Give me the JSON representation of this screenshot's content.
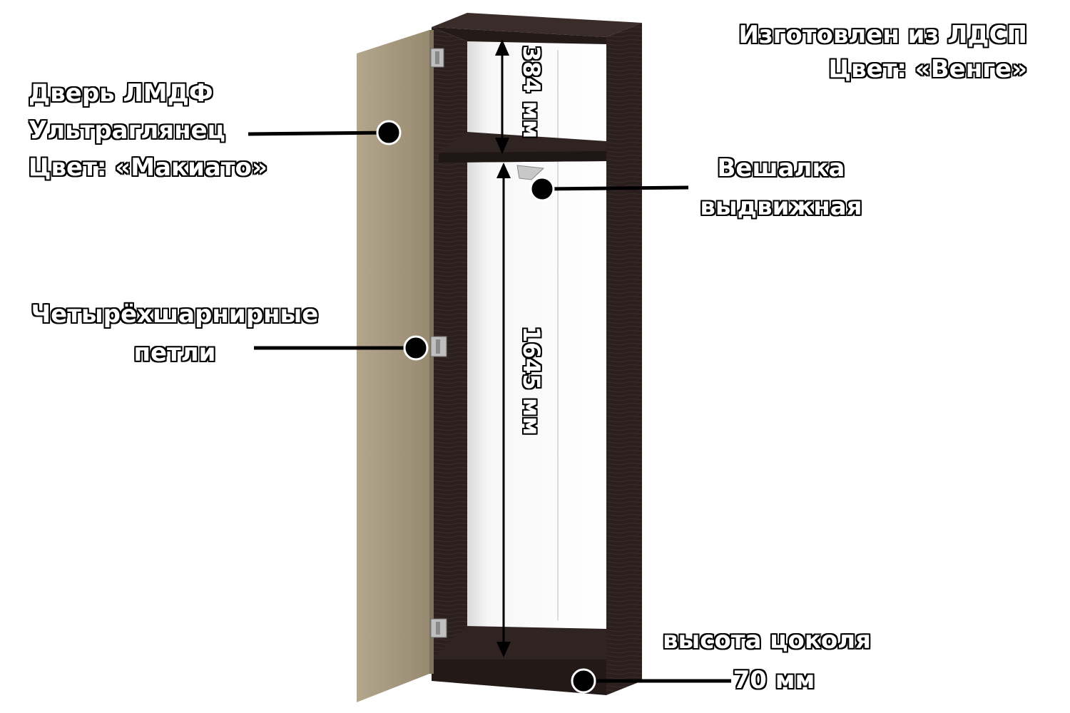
{
  "labels": {
    "material_line1": "Изготовлен из ЛДСП",
    "material_line2": "Цвет:  «Венге»",
    "door_line1": "Дверь ЛМДФ",
    "door_line2": "Ультраглянец",
    "door_line3": "Цвет:  «Макиато»",
    "hanger_line1": "Вешалка",
    "hanger_line2": "выдвижная",
    "hinges_line1": "Четырёхшарнирные",
    "hinges_line2": "петли",
    "plinth_line1": "высота цоколя",
    "plinth_line2": "70 мм"
  },
  "dimensions": {
    "top_section": "384 мм",
    "main_section": "1645 мм"
  },
  "colors": {
    "cabinet_body": "#2e2220",
    "door": "#a09279",
    "interior": "#f2f2f2",
    "label_fill": "#ffffff",
    "label_outline": "#000000"
  }
}
